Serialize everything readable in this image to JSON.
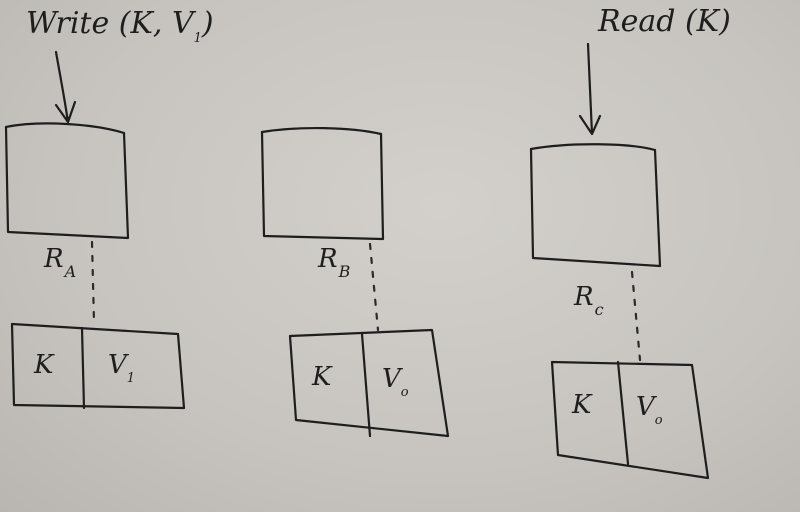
{
  "write_op": {
    "label": "Write (K, V",
    "sub": "1",
    "close": ")"
  },
  "read_op": {
    "label": "Read (K)"
  },
  "replicas": [
    {
      "letter": "R",
      "sub": "A",
      "key": "K",
      "val": "V",
      "val_sub": "1"
    },
    {
      "letter": "R",
      "sub": "B",
      "key": "K",
      "val": "V",
      "val_sub": "o"
    },
    {
      "letter": "R",
      "sub": "c",
      "key": "K",
      "val": "V",
      "val_sub": "o"
    }
  ],
  "colors": {
    "ink": "#1e1e1e",
    "board": "#c9c6c1"
  }
}
